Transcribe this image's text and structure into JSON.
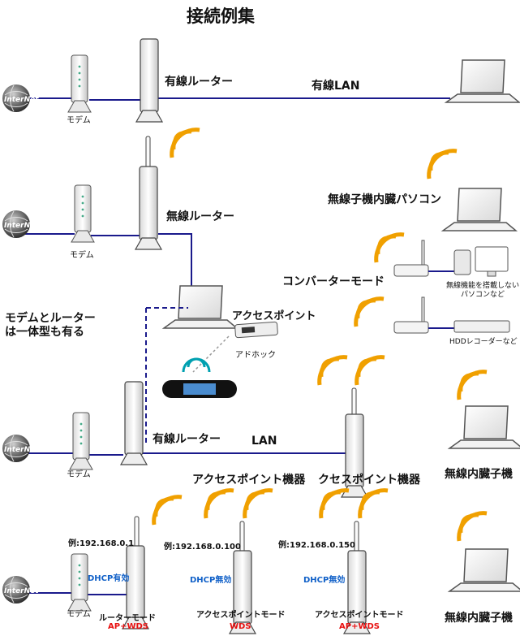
{
  "title": "接続例集",
  "globe_text": "InterNet",
  "labels": {
    "modem": "モデム",
    "wired_router": "有線ルーター",
    "wired_lan": "有線LAN",
    "wireless_router": "無線ルーター",
    "builtin_pc": "無線子機内臓パソコン",
    "converter_mode": "コンバーターモード",
    "no_wireless_pc": "無線機能を搭載しない\nパソコンなど",
    "hdd_recorder": "HDDレコーダーなど",
    "modem_router_note": "モデムとルーター\nは一体型も有る",
    "access_point": "アクセスポイント",
    "adhoc": "アドホック",
    "lan": "LAN",
    "ap_device_1": "アクセスポイント機器",
    "ap_device_2": "クセスポイント機器",
    "builtin_device_1": "無線内臓子機",
    "builtin_device_2": "無線内臓子機"
  },
  "bottom_row": [
    {
      "ip": "例:192.168.0.1",
      "dhcp": "DHCP有効",
      "mode": "ルーターモード",
      "wds": "AP+WDS"
    },
    {
      "ip": "例:192.168.0.100",
      "dhcp": "DHCP無効",
      "mode": "アクセスポイントモード",
      "wds": "WDS"
    },
    {
      "ip": "例:192.168.0.150",
      "dhcp": "DHCP無効",
      "mode": "アクセスポイントモード",
      "wds": "AP+WDS"
    }
  ],
  "colors": {
    "cable": "#1a1a8c",
    "wifi": "#f0a000",
    "accent_red": "#e81010",
    "accent_blue": "#1060c8"
  }
}
